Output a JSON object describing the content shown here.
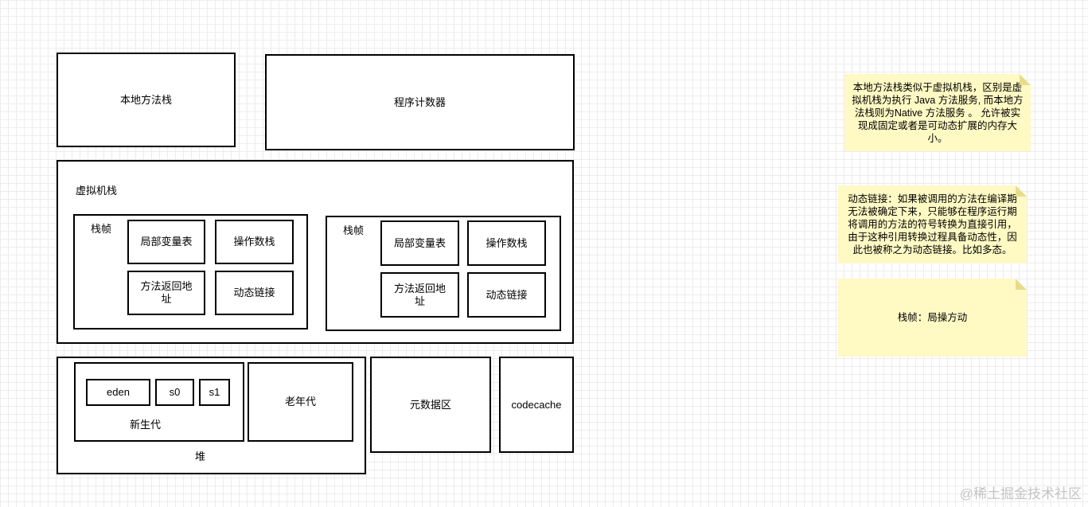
{
  "top": {
    "native_stack": "本地方法栈",
    "program_counter": "程序计数器"
  },
  "vm_stack": {
    "title": "虚拟机栈",
    "frames": [
      {
        "title": "栈帧",
        "local_vars": "局部变量表",
        "operand_stack": "操作数栈",
        "return_address": "方法返回地址",
        "dynamic_link": "动态链接"
      },
      {
        "title": "栈帧",
        "local_vars": "局部变量表",
        "operand_stack": "操作数栈",
        "return_address": "方法返回地址",
        "dynamic_link": "动态链接"
      }
    ]
  },
  "heap": {
    "title": "堆",
    "young_gen": {
      "title": "新生代",
      "eden": "eden",
      "s0": "s0",
      "s1": "s1"
    },
    "old_gen": "老年代"
  },
  "metaspace": "元数据区",
  "codecache": "codecache",
  "notes": {
    "native_stack_note": "本地方法栈类似于虚拟机栈，区别是虚拟机栈为执行 Java 方法服务, 而本地方法栈则为Native 方法服务 。 允许被实现成固定或者是可动态扩展的内存大小。",
    "dynamic_link_note": "动态链接：如果被调用的方法在编译期无法被确定下来，只能够在程序运行期将调用的方法的符号转换为直接引用，由于这种引用转换过程具备动态性，因此也被称之为动态链接。比如多态。",
    "frame_note": "栈帧：局操方动"
  },
  "watermark": "@稀土掘金技术社区"
}
